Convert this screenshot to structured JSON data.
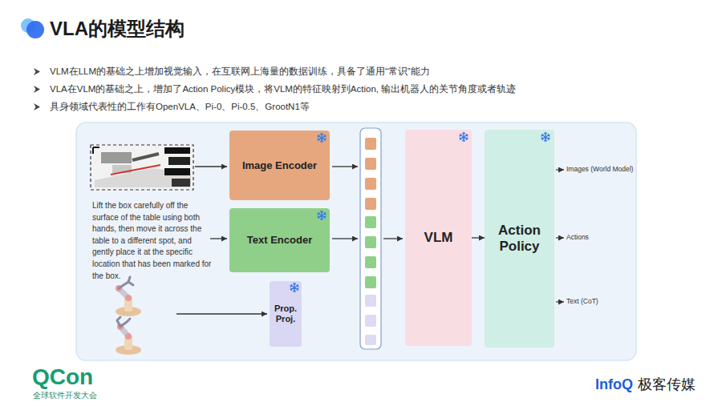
{
  "diagram": {
    "title": "VLA的模型结构",
    "nodes": [
      {
        "text": [
          "Image Encoder"
        ]
      },
      {
        "text": [
          "Text Encoder"
        ]
      },
      {
        "text": [
          "Prop. Proj."
        ]
      },
      {
        "text": [
          "VLM"
        ]
      },
      {
        "text": [
          "Action Policy"
        ]
      }
    ],
    "edges": [
      {
        "from": 3,
        "to": 4,
        "arrow": "to"
      }
    ],
    "labels": [
      "VLM在LLM的基础之上增加视觉输入，在互联网上海量的数据训练，具备了通用“常识”能力",
      "VLA在VLM的基础之上，增加了Action Policy模块，将VLM的特征映射到Action, 输出机器人的关节角度或者轨迹",
      "具身领域代表性的工作有OpenVLA、Pi-0、Pi-0.5、GrootN1等",
      "Lift the box carefully off the surface of the table using both hands, then move it across the table to a different spot, and gently place it at the specific location that has been marked for the box.",
      "Images (World Model)",
      "Actions",
      "Text (CoT)",
      "QCon",
      "全球软件开发大会",
      "InfoQ",
      "极客传媒"
    ]
  }
}
